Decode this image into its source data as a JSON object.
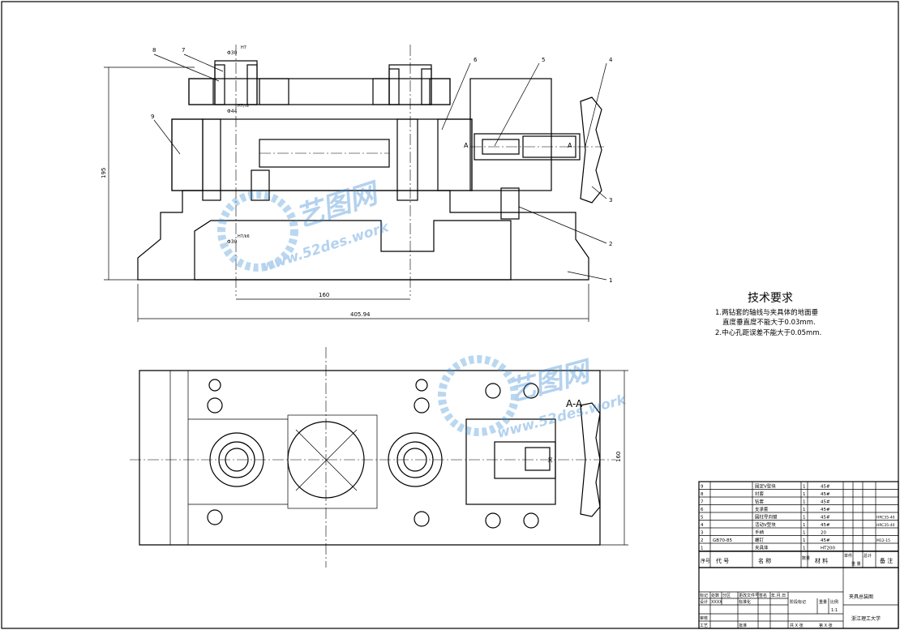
{
  "dimensions": {
    "height": "195",
    "center_distance": "160",
    "overall_length": "405.94",
    "plan_width": "160",
    "bore_top": "Φ30",
    "bore_top_tol": "H7",
    "bore_mid": "Φ44",
    "bore_mid_tol": "H7/r6",
    "bore_bottom": "Φ30",
    "bore_bottom_tol": "H7/k6",
    "slot_width": "30"
  },
  "part_balloons": [
    "1",
    "2",
    "3",
    "4",
    "5",
    "6",
    "7",
    "8",
    "9"
  ],
  "section_marks": {
    "a": "A",
    "a_view_label": "A-A"
  },
  "watermark": {
    "brand": "艺图网",
    "url": "www.52des.work"
  },
  "tech_requirements": {
    "title": "技术要求",
    "items": [
      "1.两钻套的轴线与夹具体的地面垂",
      "直度垂直度不能大于0.03mm.",
      "2.中心孔距误差不能大于0.05mm."
    ]
  },
  "bom": {
    "rows": [
      {
        "no": "9",
        "code": "",
        "name": "固定V型块",
        "qty": "1",
        "material": "45#",
        "note": ""
      },
      {
        "no": "8",
        "code": "",
        "name": "衬套",
        "qty": "1",
        "material": "45#",
        "note": ""
      },
      {
        "no": "7",
        "code": "",
        "name": "钻套",
        "qty": "1",
        "material": "45#",
        "note": ""
      },
      {
        "no": "6",
        "code": "",
        "name": "支承套",
        "qty": "1",
        "material": "45#",
        "note": ""
      },
      {
        "no": "5",
        "code": "",
        "name": "圆柱导向键",
        "qty": "1",
        "material": "45#",
        "note": "HRC35-40"
      },
      {
        "no": "4",
        "code": "",
        "name": "活动V型块",
        "qty": "1",
        "material": "45#",
        "note": "HRC35-40"
      },
      {
        "no": "3",
        "code": "",
        "name": "手柄",
        "qty": "1",
        "material": "20",
        "note": ""
      },
      {
        "no": "2",
        "code": "GB70-85",
        "name": "螺钉",
        "qty": "1",
        "material": "45#",
        "note": "M12-15"
      },
      {
        "no": "1",
        "code": "",
        "name": "夹具体",
        "qty": "1",
        "material": "HT200",
        "note": ""
      }
    ],
    "header": {
      "no": "序号",
      "code": "代 号",
      "name": "名 称",
      "qty": "数量",
      "material": "材 料",
      "unit_weight": "单件",
      "total_weight": "总计",
      "weight": "重 量",
      "note": "备 注"
    }
  },
  "title_block": {
    "drawing_title": "夹具总装图",
    "school": "浙江理工大学",
    "scale": "1:1",
    "labels": {
      "mark": "标记",
      "count": "处数",
      "zone": "分区",
      "change_no": "更改文件号",
      "sign": "签名",
      "date": "年.月.日",
      "design": "设计",
      "design_name": "XXXX",
      "standard": "标准化",
      "stage": "阶段标记",
      "weight": "重量",
      "ratio": "比例",
      "review": "审核",
      "process": "工艺",
      "approve": "批准",
      "sheets": "共 X 张",
      "sheet": "第 X 张"
    }
  }
}
